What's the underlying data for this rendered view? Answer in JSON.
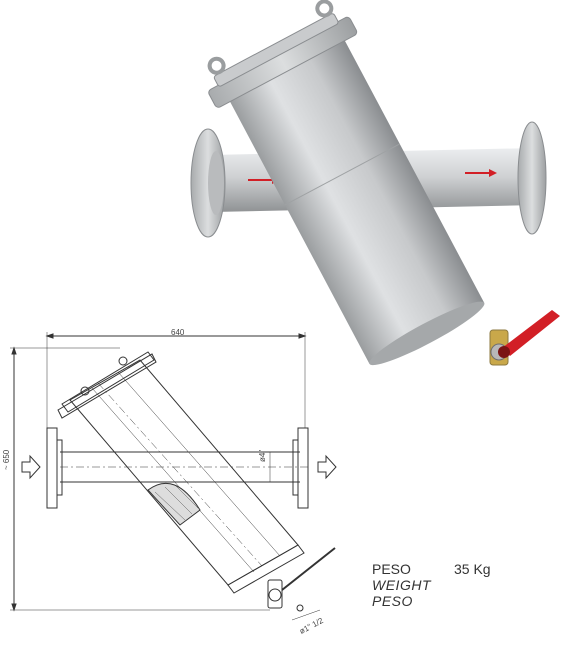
{
  "dimensions": {
    "width": "640",
    "height": "~ 650",
    "pipe_diameter": "ø4\"",
    "ball_valve": "ø1\" 1/2"
  },
  "spec": {
    "weight_label_it": "PESO",
    "weight_value": "35 Kg",
    "weight_label_en": "WEIGHT",
    "weight_label_es": "PESO"
  },
  "colors": {
    "metal": "#c4c6c8",
    "handle": "#d21f26",
    "line": "#333333"
  }
}
